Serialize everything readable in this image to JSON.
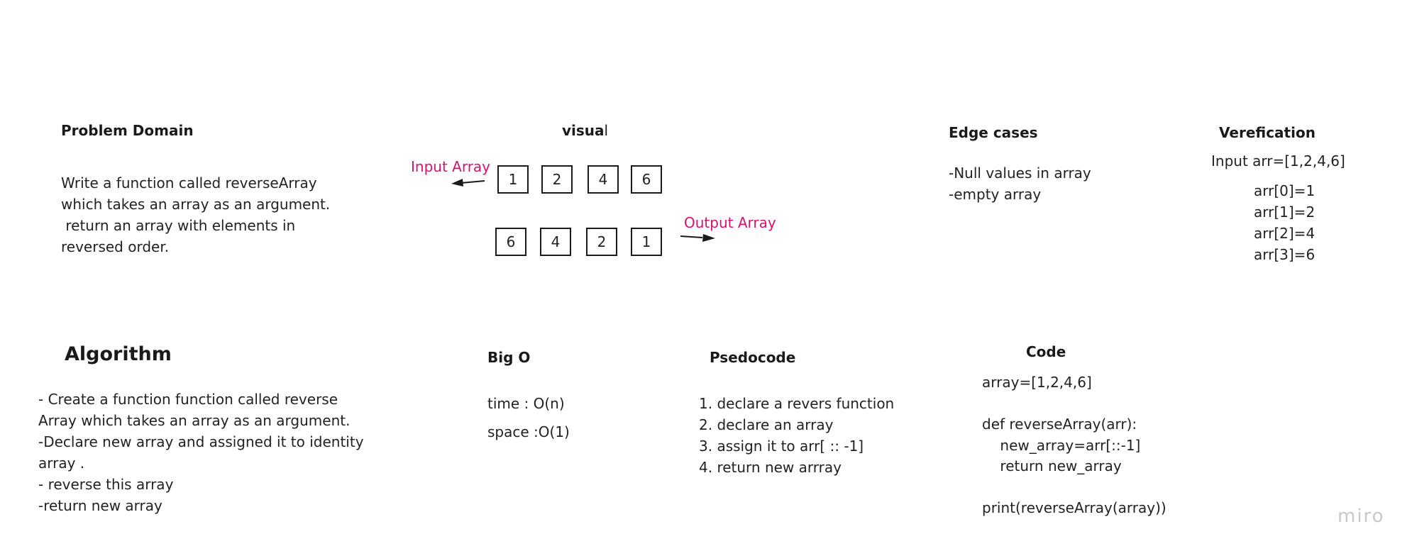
{
  "problem_domain": {
    "title": "Problem Domain",
    "lines": [
      "Write a function called reverseArray",
      "which takes an array as an argument.",
      " return an array with elements in",
      "reversed order."
    ]
  },
  "visual": {
    "title_main": "visua",
    "title_tail": "l",
    "input_label": "Input Array",
    "output_label": "Output Array",
    "input_values": [
      "1",
      "2",
      "4",
      "6"
    ],
    "output_values": [
      "6",
      "4",
      "2",
      "1"
    ]
  },
  "edge_cases": {
    "title": "Edge cases",
    "lines": [
      "-Null values in array",
      "-empty array"
    ]
  },
  "verification": {
    "title": "Verefication",
    "input": "Input arr=[1,2,4,6]",
    "lines": [
      "arr[0]=1",
      "arr[1]=2",
      "arr[2]=4",
      "arr[3]=6"
    ]
  },
  "algorithm": {
    "title": "Algorithm",
    "lines": [
      "- Create a function function called reverse",
      "Array which takes an array as an argument.",
      "-Declare new array and assigned it to identity",
      "array .",
      "- reverse this array",
      "-return new array"
    ]
  },
  "big_o": {
    "title": "Big O",
    "time": "time : O(n)",
    "space": "space :O(1)"
  },
  "pseudocode": {
    "title": "Psedocode",
    "lines": [
      "1. declare a revers function",
      "2. declare an array",
      "3. assign it to arr[ :: -1]",
      "4. return new arrray"
    ]
  },
  "code": {
    "title": "Code",
    "lines": [
      "array=[1,2,4,6]",
      "",
      "def reverseArray(arr):",
      "    new_array=arr[::-1]",
      "    return new_array",
      "",
      "print(reverseArray(array))"
    ]
  },
  "watermark": "miro",
  "colors": {
    "accent": "#d6126f",
    "text": "#1a1a1a",
    "watermark": "#c5c9d0"
  }
}
